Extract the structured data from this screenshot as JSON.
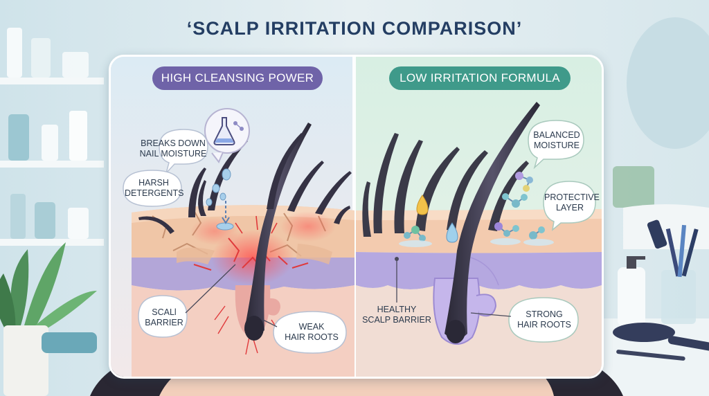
{
  "title": "‘SCALP IRRITATION COMPARISON’",
  "left_panel": {
    "heading": "HIGH CLEANSING POWER",
    "labels": {
      "breaks_down": [
        "BREAKS DOWN",
        "NAIL MOISTURE"
      ],
      "harsh": [
        "HARSH",
        "DETERGENTS"
      ],
      "scalp_barrier": [
        "SCALl",
        "BARRIER"
      ],
      "weak_roots": [
        "WEAK",
        "HAIR ROOTS"
      ]
    },
    "icons": [
      "flask-icon"
    ]
  },
  "right_panel": {
    "heading": "LOW IRRITATION FORMULA",
    "labels": {
      "balanced": [
        "BALANCED",
        "MOISTURE"
      ],
      "protective": [
        "PROTECTIVE",
        "LAYER"
      ],
      "healthy": [
        "HEALTHY",
        "SCALP BARRIER"
      ],
      "strong_roots": [
        "STRONG",
        "HAIR ROOTS"
      ]
    },
    "icons": [
      "molecule-icon",
      "oil-drop-icon",
      "water-drop-icon"
    ]
  },
  "colors": {
    "left_heading": "#6f63a8",
    "right_heading": "#3f9a8a",
    "title": "#243e63",
    "irritation": "#e0393b",
    "hair": "#2f2c3c"
  }
}
